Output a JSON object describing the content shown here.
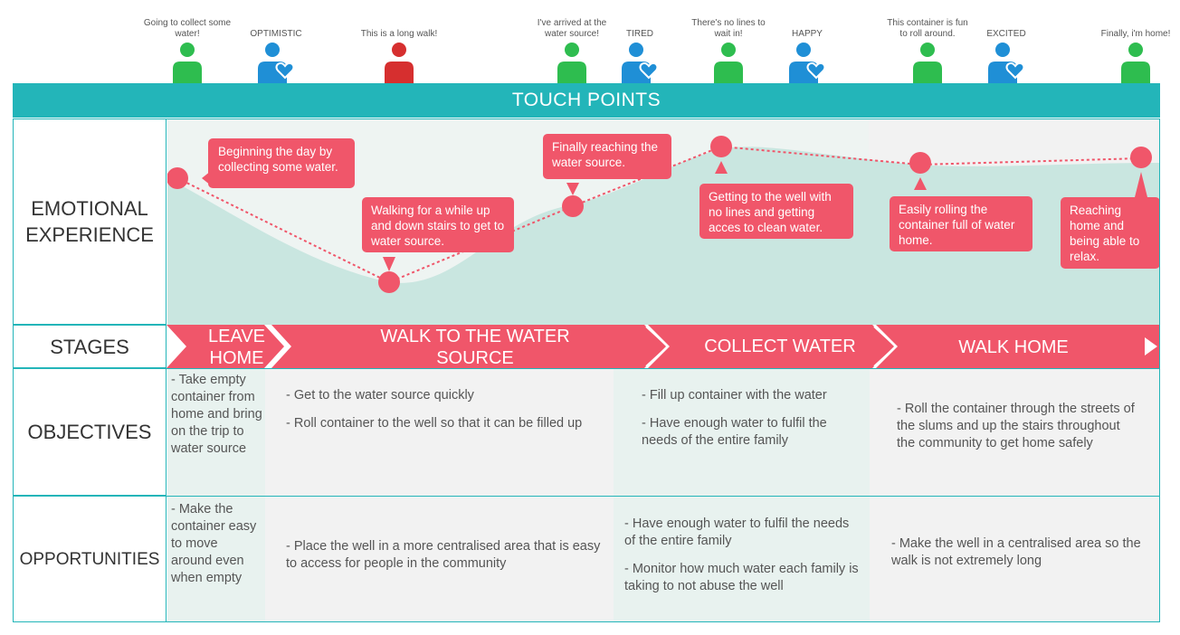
{
  "personas": [
    {
      "caption": "Going to collect some water!",
      "type": "neutral",
      "color": "#2ebd4f"
    },
    {
      "caption": "OPTIMISTIC",
      "type": "emotion",
      "color": "#1f8fd6"
    },
    {
      "caption": "This is a long walk!",
      "type": "upset",
      "color": "#d62f2f"
    },
    {
      "caption": "I've arrived at the water source!",
      "type": "neutral",
      "color": "#2ebd4f"
    },
    {
      "caption": "TIRED",
      "type": "emotion",
      "color": "#1f8fd6"
    },
    {
      "caption": "There's no lines to wait in!",
      "type": "neutral",
      "color": "#2ebd4f"
    },
    {
      "caption": "HAPPY",
      "type": "emotion",
      "color": "#1f8fd6"
    },
    {
      "caption": "This container is fun to roll around.",
      "type": "neutral",
      "color": "#2ebd4f"
    },
    {
      "caption": "EXCITED",
      "type": "emotion",
      "color": "#1f8fd6"
    },
    {
      "caption": "Finally, i'm home!",
      "type": "neutral",
      "color": "#2ebd4f"
    }
  ],
  "touch_points_title": "TOUCH POINTS",
  "rows": {
    "emotional": "EMOTIONAL EXPERIENCE",
    "stages": "STAGES",
    "objectives": "OBJECTIVES",
    "opportunities": "OPPORTUNITIES"
  },
  "stages": [
    "LEAVE HOME",
    "WALK TO THE WATER SOURCE",
    "COLLECT WATER",
    "WALK HOME"
  ],
  "emotion_points": [
    {
      "text": "Beginning the day by collecting some water."
    },
    {
      "text": "Walking for a while up and down stairs to get to water source."
    },
    {
      "text": "Finally reaching the water source."
    },
    {
      "text": "Getting to the well with no lines and getting acces to clean water."
    },
    {
      "text": "Easily rolling the container full of water home."
    },
    {
      "text": "Reaching home and being able to relax."
    }
  ],
  "objectives": [
    [
      "- Take empty container from home and bring on the trip to water source"
    ],
    [
      "- Get to the water source quickly",
      "- Roll container to the well so that it can be filled up"
    ],
    [
      "- Fill up container with the water",
      "- Have enough water to fulfil the needs of the entire family"
    ],
    [
      "- Roll the container through the streets of the slums and up the stairs throughout the community to get home safely"
    ]
  ],
  "opportunities": [
    [
      "- Make the container easy to move around even when empty"
    ],
    [
      "- Place the well in a more centralised area that is easy to access for people in the community"
    ],
    [
      "- Have enough water to fulfil the needs of the entire family",
      "- Monitor how much water each family is taking to not abuse the well"
    ],
    [
      "- Make the well in a centralised area so the walk is not extremely long"
    ]
  ],
  "colors": {
    "teal": "#23b5b9",
    "coral": "#f0566a",
    "mint": "#c9e6e0",
    "cell_light": "#e8f2ef",
    "cell_grey": "#f2f2f2"
  }
}
